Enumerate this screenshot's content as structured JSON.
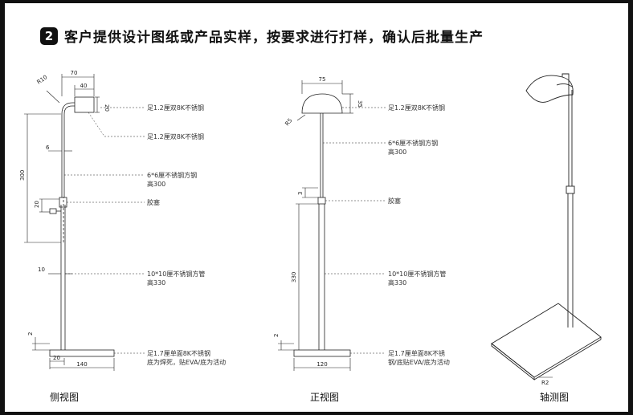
{
  "header": {
    "step": "2",
    "title": "客户提供设计图纸或产品实样，按要求进行打样，确认后批量生产"
  },
  "side": {
    "caption": "侧视图",
    "dims": {
      "w70": "70",
      "w40": "40",
      "r10": "R10",
      "h20": "20",
      "w6": "6",
      "h300": "300",
      "h20b": "20",
      "w10": "10",
      "h2": "2",
      "w20": "20",
      "w140": "140"
    },
    "notes": {
      "top": "足1.2厘双8K不锈钢",
      "head": "足1.2厘双8K不锈钢",
      "rod1": "6*6厘不锈钢方钢",
      "rod2": "高300",
      "plug": "胶塞",
      "tube1": "10*10厘不锈钢方管",
      "tube2": "高330",
      "base1": "足1.7厘单面8K不锈钢",
      "base2": "底为焊死，贴EVA/底为活动"
    }
  },
  "front": {
    "caption": "正视图",
    "dims": {
      "w75": "75",
      "h35": "35",
      "r5": "R5",
      "h3": "3",
      "h330": "330",
      "h2": "2",
      "w120": "120"
    },
    "notes": {
      "top": "足1.2厘双8K不锈钢",
      "rod1": "6*6厘不锈钢方钢",
      "rod2": "高300",
      "plug": "胶塞",
      "tube1": "10*10厘不锈钢方管",
      "tube2": "高330",
      "base1": "足1.7厘单面8K不锈",
      "base2": "钢/底贴EVA/底为活动"
    }
  },
  "axon": {
    "caption": "轴测图",
    "r2": "R2"
  }
}
